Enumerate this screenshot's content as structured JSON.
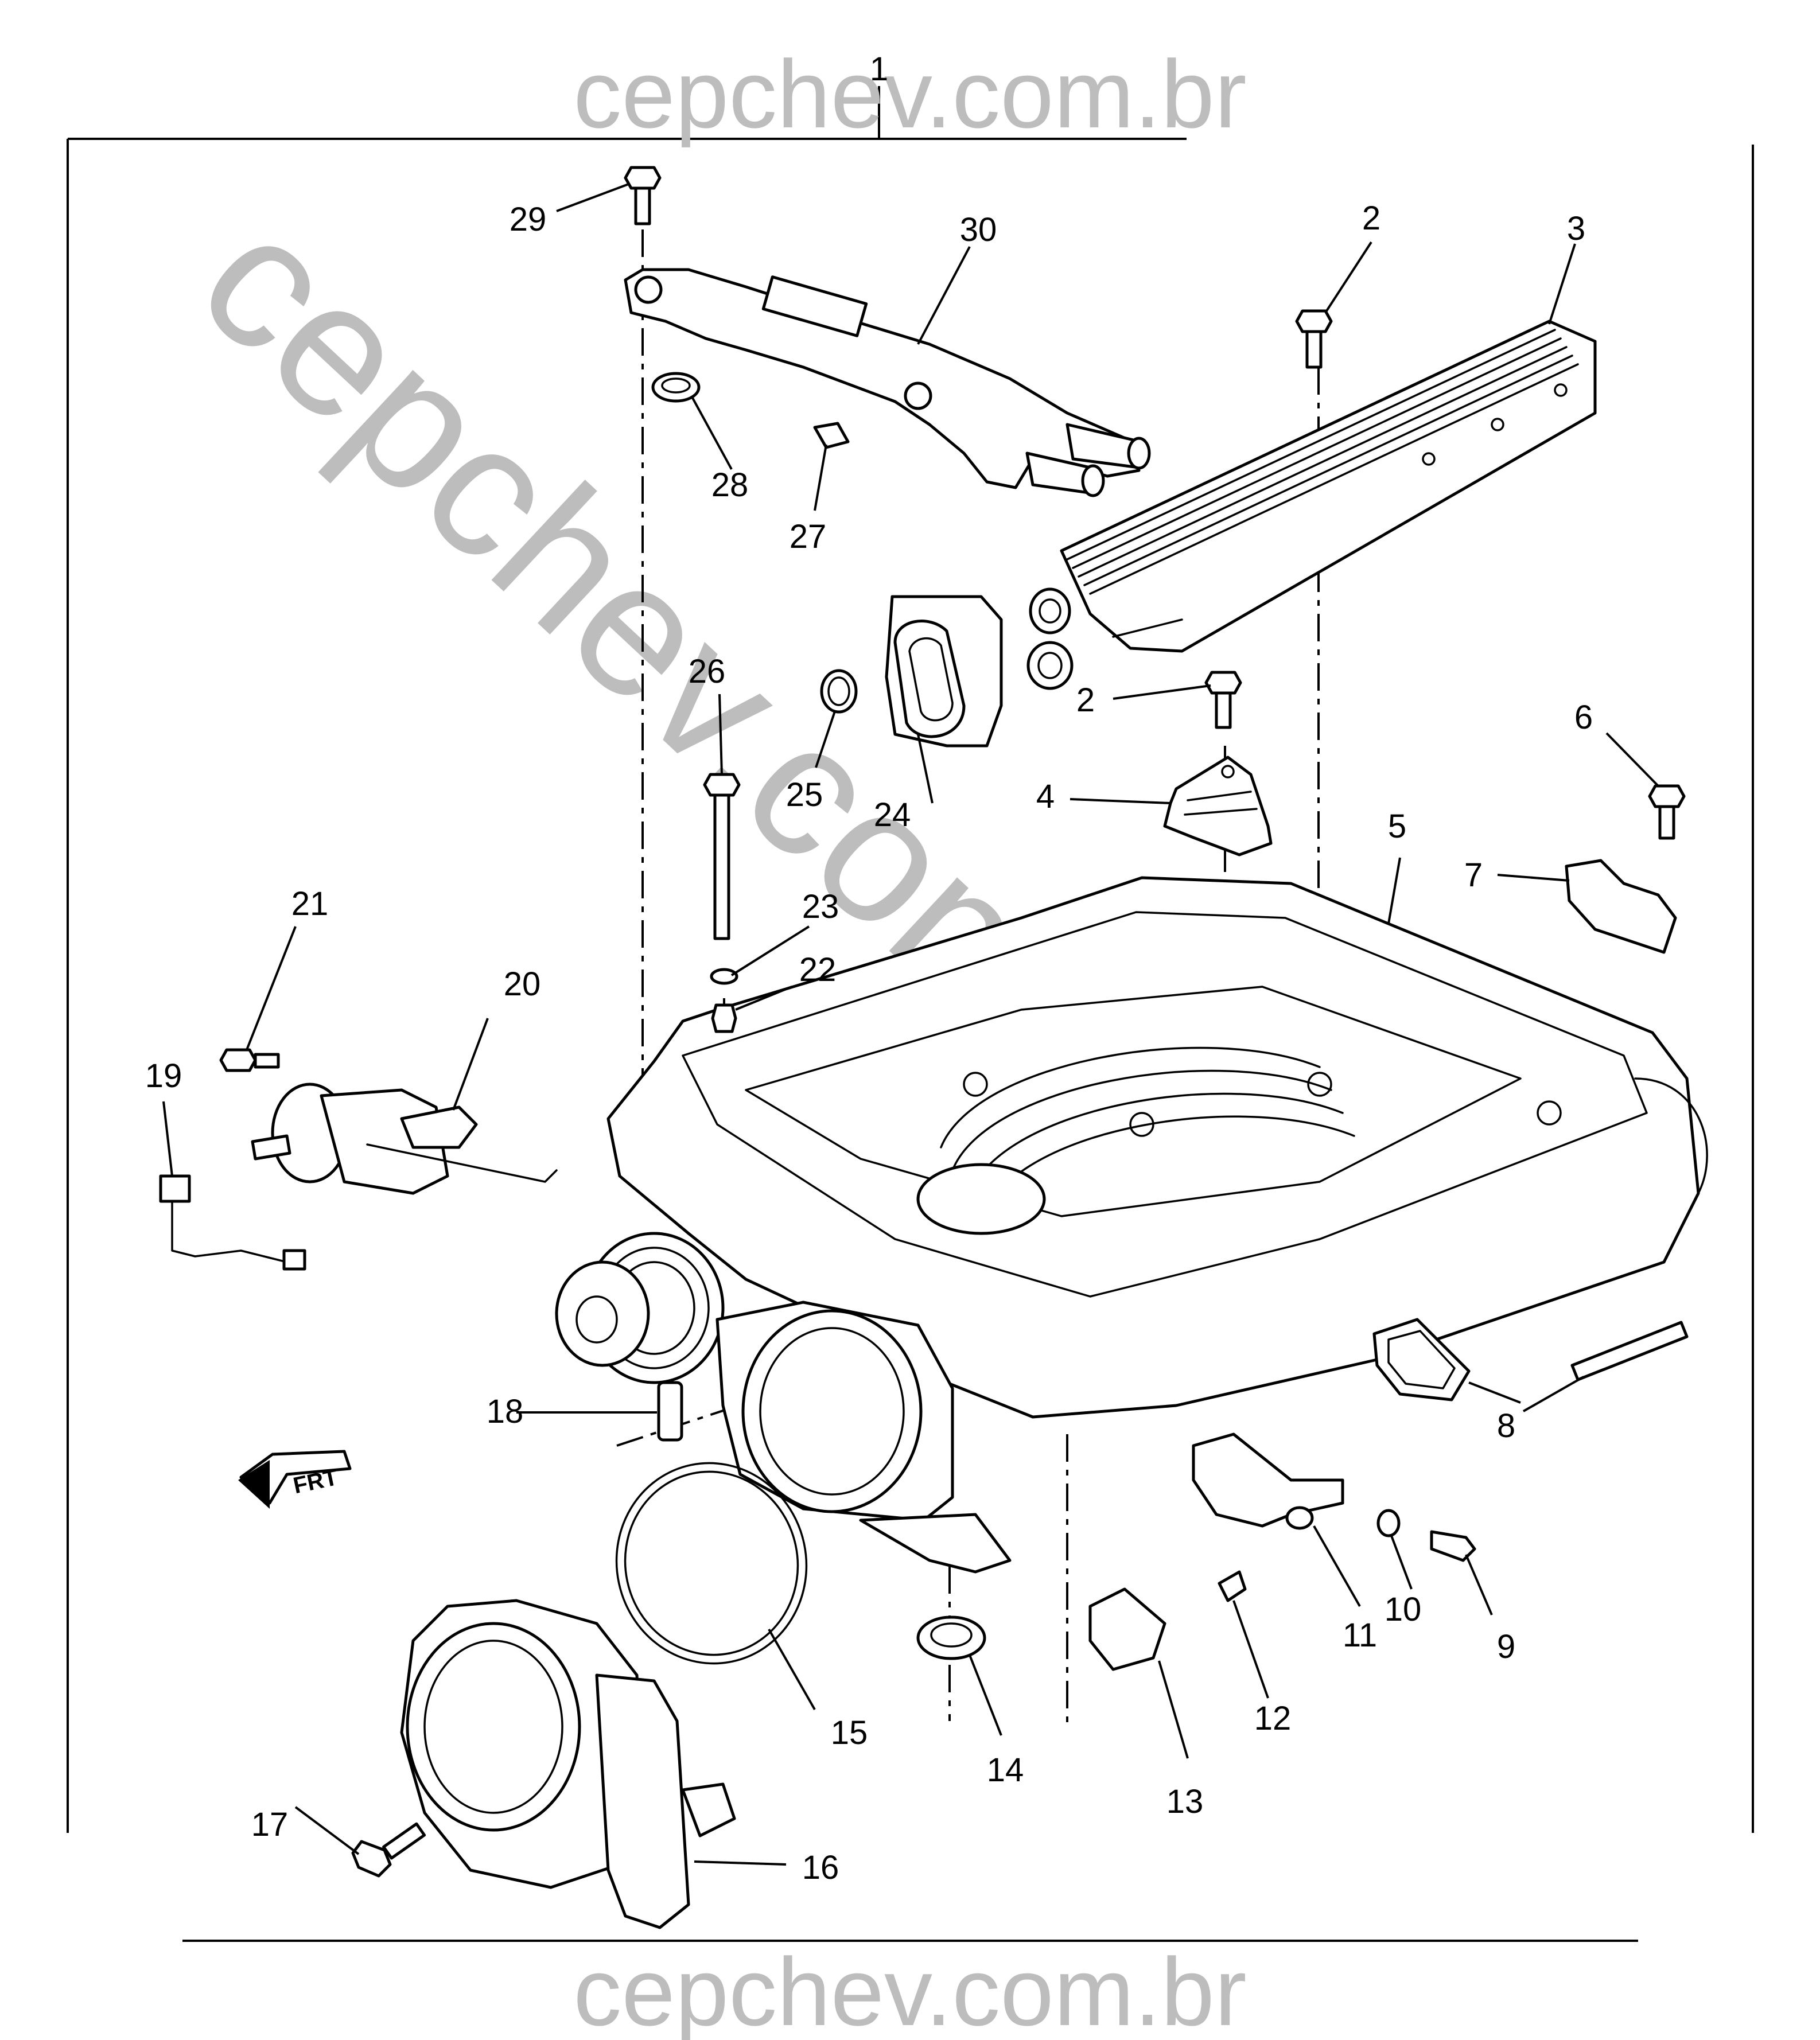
{
  "watermark": {
    "top": "cepchev.com.br",
    "bottom": "cepchev.com.br",
    "diagonal": "cepchev.com.br",
    "color": "#bdbdbd"
  },
  "direction_indicator": {
    "label": "FRT"
  },
  "callouts": {
    "c1": "1",
    "c2a": "2",
    "c2b": "2",
    "c3": "3",
    "c4": "4",
    "c5": "5",
    "c6": "6",
    "c7": "7",
    "c8": "8",
    "c9": "9",
    "c10": "10",
    "c11": "11",
    "c12": "12",
    "c13": "13",
    "c14": "14",
    "c15": "15",
    "c16": "16",
    "c17": "17",
    "c18": "18",
    "c19": "19",
    "c20": "20",
    "c21": "21",
    "c22": "22",
    "c23": "23",
    "c24": "24",
    "c25": "25",
    "c26": "26",
    "c27": "27",
    "c28": "28",
    "c29": "29",
    "c30": "30"
  }
}
